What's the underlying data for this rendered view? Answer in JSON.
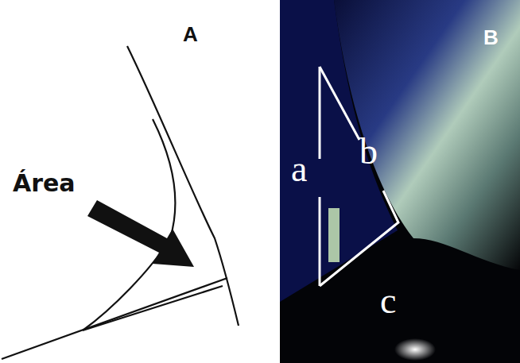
{
  "diagram": {
    "labels": [
      "A",
      "Área",
      "B",
      "a",
      "b",
      "c"
    ]
  }
}
